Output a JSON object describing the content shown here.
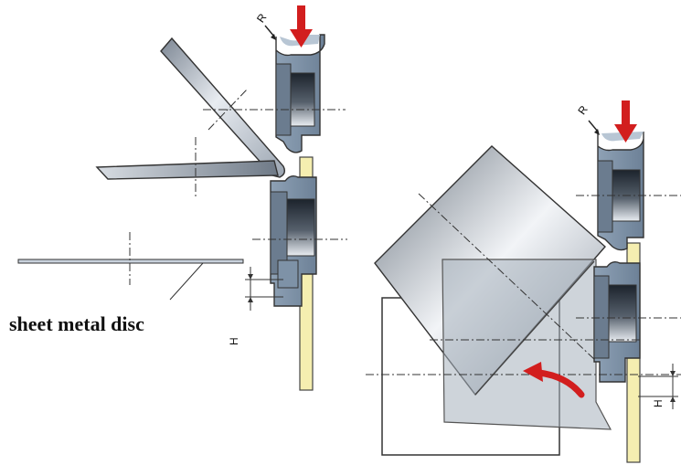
{
  "labels": {
    "sheet_metal_disc": "sheet metal disc",
    "radius_left": "R",
    "height_left": "H",
    "radius_right": "R",
    "height_right": "H"
  },
  "colors": {
    "force_arrow": "#d21e1e",
    "tool_fill": "#7f93a8",
    "tool_dark": "#3a4658",
    "guide_rail": "#f5eeb0",
    "sheet": "#c9d2dc",
    "background": "#ffffff"
  },
  "icons": {
    "press_arrow": "down-arrow-icon",
    "rotation_arrow": "curved-arrow-icon"
  }
}
